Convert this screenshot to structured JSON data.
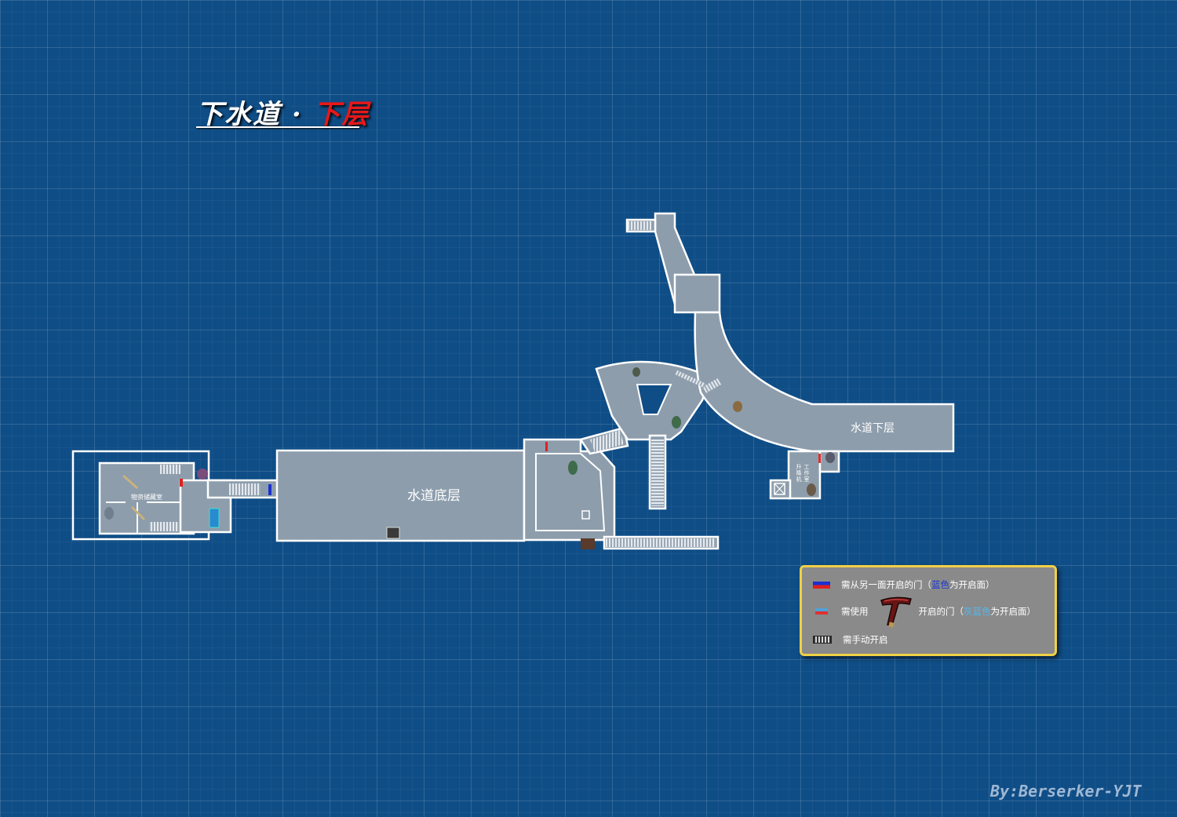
{
  "map": {
    "title_main": "下水道 · ",
    "title_accent": "下层",
    "rooms": {
      "storage": "物资储藏室",
      "sewer_bottom": "水道底层",
      "sewer_lower": "水道下层",
      "lift_room": [
        "升",
        "降",
        "机",
        "工",
        "作",
        "室"
      ]
    }
  },
  "legend": {
    "row1_text": "需从另一面开启的门（",
    "row1_highlight": "蓝色",
    "row1_suffix": "为开启面）",
    "row2_prefix": "需使用",
    "row2_text": "开启的门（",
    "row2_highlight": "灰蓝色",
    "row2_suffix": "为开启面）",
    "row3_text": "需手动开启"
  },
  "credit": "By:Berserker-YJT",
  "colors": {
    "background": "#0f4d86",
    "floor": "#8d9dac",
    "wall": "#ffffff",
    "title_accent": "#e81818",
    "legend_border": "#f0d046",
    "legend_fill": "#8a8a8a"
  }
}
